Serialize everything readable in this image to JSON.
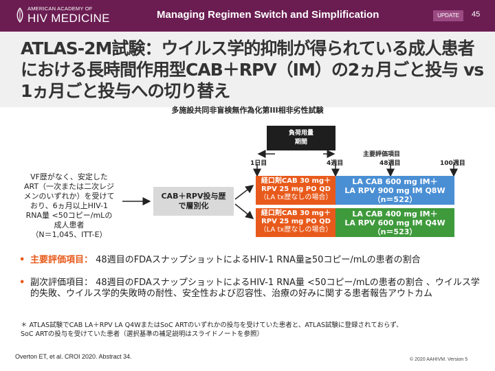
{
  "header": {
    "org_line1": "AMERICAN ACADEMY OF",
    "org_line2": "HIV MEDICINE",
    "title": "Managing Regimen Switch and Simplification",
    "badge": "UPDATE",
    "page_number": "45"
  },
  "slide": {
    "title": "ATLAS-2M試験：ウイルス学的抑制が得られている成人患者における長時間作用型CAB＋RPV（IM）の2ヵ月ごと投与 vs 1ヵ月ごと投与への切り替え",
    "subtitle": "多施設共同非盲検無作為化第III相非劣性試験"
  },
  "diagram": {
    "population": [
      "VF歴がなく、安定した",
      "ART（一次または二次レジ",
      "メンのいずれか）を受けて",
      "おり、6ヵ月以上HIV-1",
      "RNA量 <50コピー/mLの",
      "成人患者",
      "（N＝1,045、ITT-E）"
    ],
    "stratification": [
      "CAB＋RPV投与歴",
      "で層別化"
    ],
    "dosing_period": [
      "負荷用量",
      "期間"
    ],
    "week_day1": "1日目",
    "week_4": "4週目",
    "week_48": "48週目",
    "week_100": "100週目",
    "primary_endpoint_label": "主要評価項目",
    "oral_arm1": [
      "経口剤CAB 30 mg＋",
      "RPV 25 mg PO QD",
      "（LA tx歴なしの場合）"
    ],
    "oral_arm2": [
      "経口剤CAB 30 mg＋",
      "RPV 25 mg PO QD",
      "（LA tx歴なしの場合）"
    ],
    "arm_q8w": [
      "LA CAB 600 mg IM＋",
      "LA RPV 900 mg IM Q8W",
      "（n＝522）"
    ],
    "arm_q4w": [
      "LA CAB 400 mg IM＋",
      "LA RPV 600 mg IM Q4W",
      "（n＝523）"
    ],
    "colors": {
      "oral": "#e85a1b",
      "q8w": "#4a8fd4",
      "q4w": "#3f9a3c",
      "header": "#6b1d52"
    }
  },
  "bullets": {
    "primary_key": "主要評価項目：",
    "primary_text": " 48週目のFDAスナップショットによるHIV-1 RNA量≧50コピー/mLの患者の割合",
    "secondary": "副次評価項目： 48週目のFDAスナップショットによるHIV-1 RNA量 <50コピー/mLの患者の割合 、ウイルス学的失敗、ウイルス学的失敗時の耐性、安全性および忍容性、治療の好みに関する患者報告アウトカム"
  },
  "footnote": [
    "＊ ATLAS試験でCAB LA＋RPV LA Q4WまたはSoC ARTのいずれかの投与を受けていた患者と、ATLAS試験に登録されておらず、",
    "SoC ARTの投与を受けていた患者（選択基準の補足説明はスライドノートを参照）"
  ],
  "citation": "Overton ET, et al. CROI 2020. Abstract 34.",
  "copyright": "© 2020 AAHIVM. Version 5"
}
